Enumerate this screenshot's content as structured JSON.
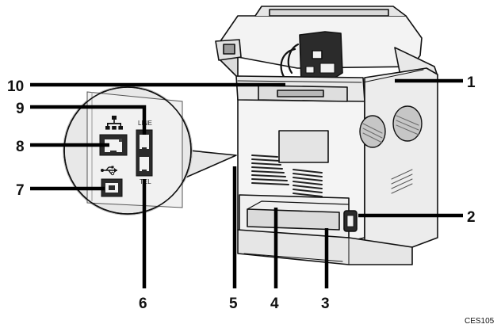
{
  "callouts": [
    "1",
    "2",
    "3",
    "4",
    "5",
    "6",
    "7",
    "8",
    "9",
    "10"
  ],
  "port_labels": {
    "line": "LINE",
    "tel": "TEL"
  },
  "figure_code": "CES105",
  "icons": [
    "ethernet-lan-icon",
    "usb-icon"
  ],
  "colors": {
    "printer_body": "#f2f2f2",
    "outline": "#111111",
    "shadow": "#bdbdbd",
    "port": "#2b2b2b"
  }
}
